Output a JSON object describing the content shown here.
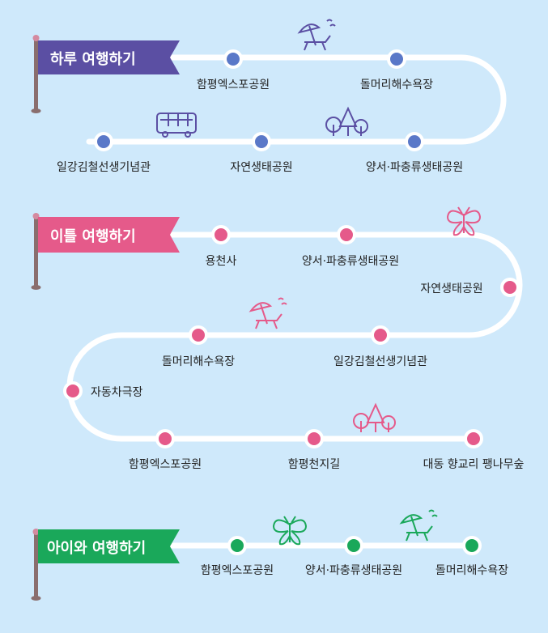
{
  "colors": {
    "background": "#cfe9fb",
    "road": "#ffffff",
    "day1": "#5b4fa3",
    "day1_dot": "#5a78c8",
    "day2": "#e55a8a",
    "kids": "#1aa85a"
  },
  "routes": [
    {
      "title": "하루 여행하기",
      "stops": [
        "함평엑스포공원",
        "돌머리해수욕장",
        "양서·파충류생태공원",
        "자연생태공원",
        "일강김철선생기념관"
      ]
    },
    {
      "title": "이틀 여행하기",
      "stops": [
        "용천사",
        "양서·파충류생태공원",
        "자연생태공원",
        "일강김철선생기념관",
        "돌머리해수욕장",
        "자동차극장",
        "함평엑스포공원",
        "함평천지길",
        "대동 향교리 팽나무숲"
      ]
    },
    {
      "title": "아이와 여행하기",
      "stops": [
        "함평엑스포공원",
        "양서·파충류생태공원",
        "돌머리해수욕장"
      ]
    }
  ],
  "icons": [
    "beach-chair-icon",
    "bus-icon",
    "trees-icon",
    "butterfly-icon"
  ]
}
